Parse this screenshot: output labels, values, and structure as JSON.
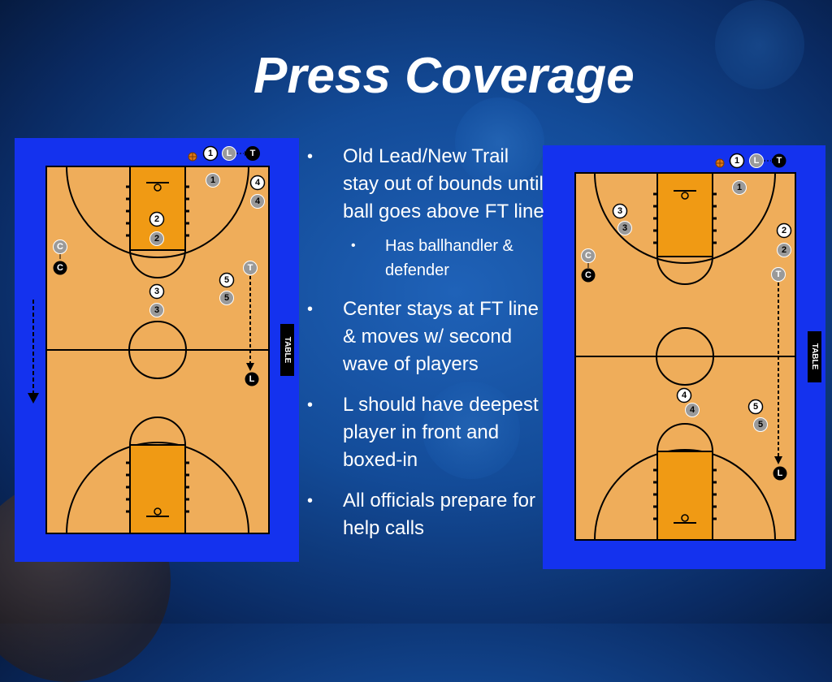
{
  "slide": {
    "title": "Press Coverage",
    "bullets": [
      {
        "text": "Old Lead/New Trail stay out of bounds until ball goes above FT line",
        "level": 1
      },
      {
        "text": "Has ballhandler & defender",
        "level": 2
      },
      {
        "text": "Center stays at FT line & moves w/ second wave of players",
        "level": 1
      },
      {
        "text": "L should have deepest player in front and boxed-in",
        "level": 1
      },
      {
        "text": "All officials prepare for help calls",
        "level": 1
      }
    ]
  },
  "legend": {
    "official_1": "1",
    "official_lead": "L",
    "official_trail": "T"
  },
  "courts": [
    {
      "table_label": "TABLE",
      "players_white": [
        {
          "label": "2"
        },
        {
          "label": "4"
        },
        {
          "label": "3"
        },
        {
          "label": "5"
        }
      ],
      "players_gray": [
        {
          "label": "1"
        },
        {
          "label": "2"
        },
        {
          "label": "4"
        },
        {
          "label": "3"
        },
        {
          "label": "5"
        }
      ],
      "officials": {
        "center_old": "C",
        "center": "C",
        "trail": "T",
        "lead": "L"
      }
    },
    {
      "table_label": "TABLE",
      "players_white": [
        {
          "label": "3"
        },
        {
          "label": "2"
        },
        {
          "label": "4"
        },
        {
          "label": "5"
        }
      ],
      "players_gray": [
        {
          "label": "1"
        },
        {
          "label": "3"
        },
        {
          "label": "2"
        },
        {
          "label": "4"
        },
        {
          "label": "5"
        }
      ],
      "officials": {
        "center_old": "C",
        "center": "C",
        "trail": "T",
        "lead": "L"
      }
    }
  ],
  "colors": {
    "court_border": "#1432ee",
    "floor": "#efad5a",
    "lane": "#f09a14",
    "background": "#134b98"
  }
}
